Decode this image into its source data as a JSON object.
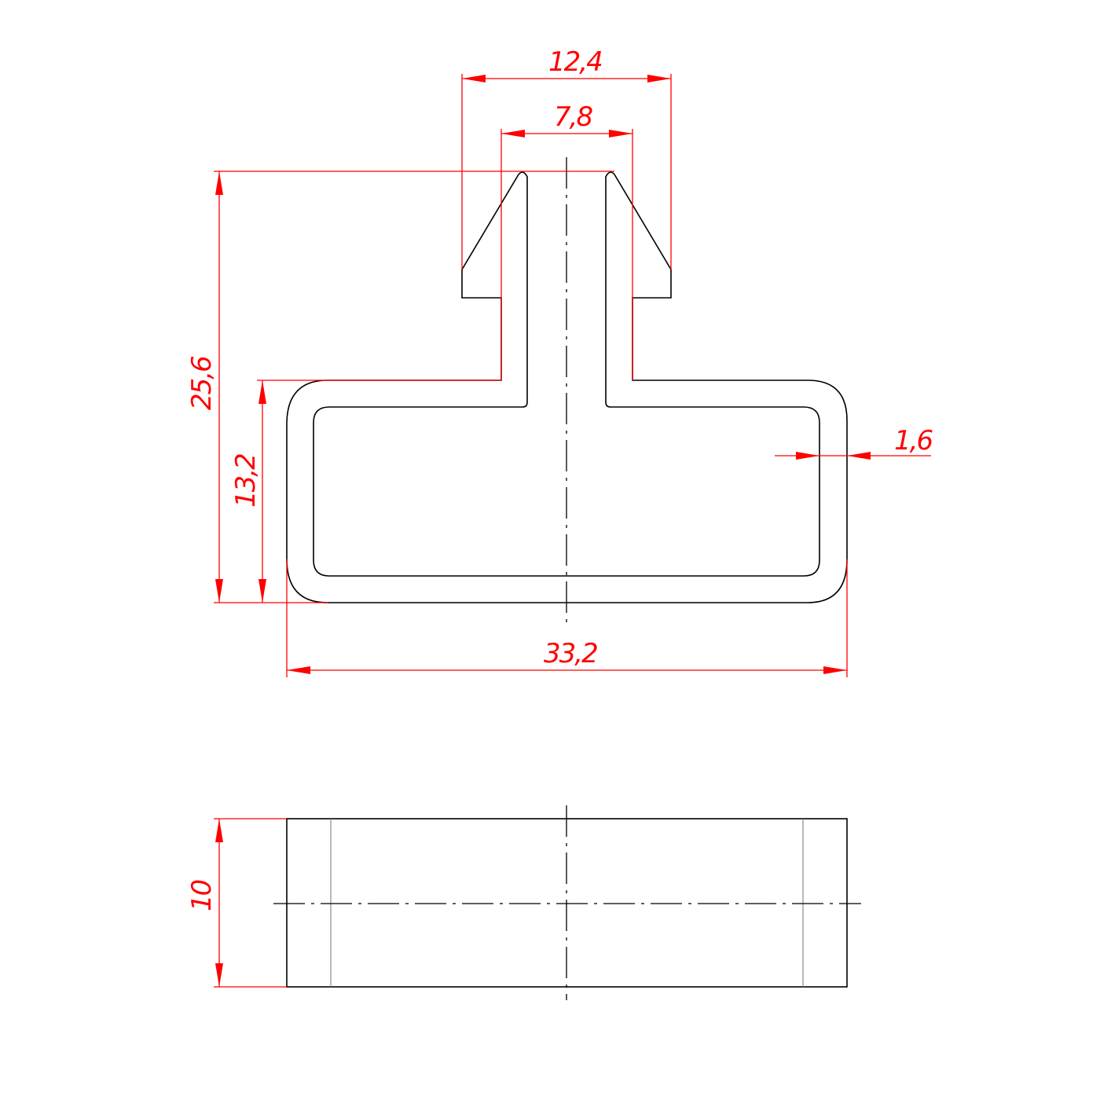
{
  "drawing": {
    "colors": {
      "outline": "#000000",
      "dimension": "#ff0000",
      "hidden": "#888888"
    },
    "dimensions": {
      "top_width": "12,4",
      "stem_width": "7,8",
      "total_height": "25,6",
      "body_height": "13,2",
      "wall_thickness": "1,6",
      "total_width": "33,2",
      "depth": "10"
    }
  }
}
